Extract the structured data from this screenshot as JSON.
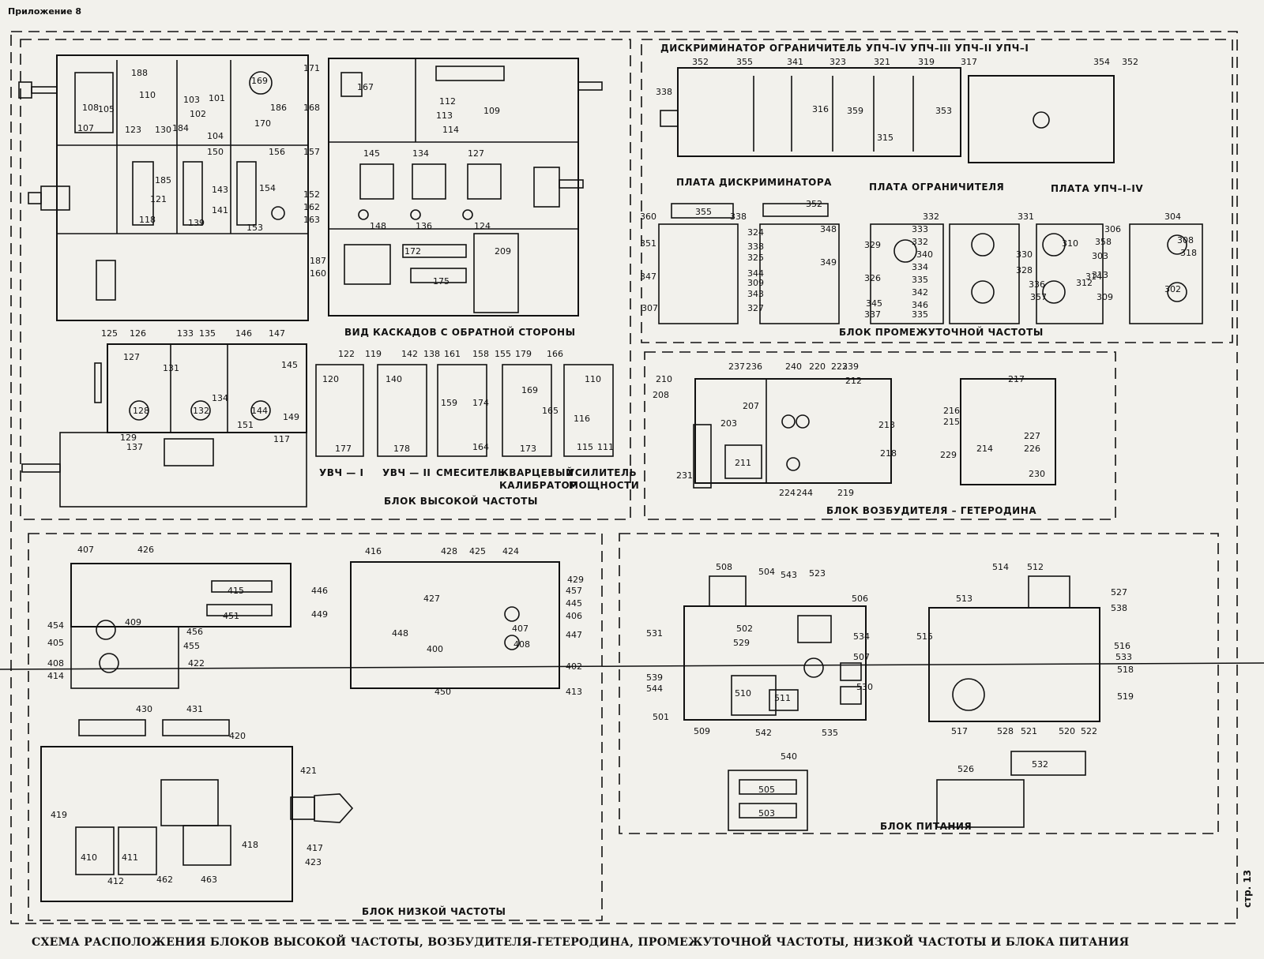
{
  "appendix": "Приложение 8",
  "page": "стр. 13",
  "caption": "СХЕМА РАСПОЛОЖЕНИЯ БЛОКОВ ВЫСОКОЙ ЧАСТОТЫ, ВОЗБУДИТЕЛЯ-ГЕТЕРОДИНА, ПРОМЕЖУТОЧНОЙ    ЧАСТОТЫ, НИЗКОЙ ЧАСТОТЫ И БЛОКА ПИТАНИЯ",
  "colors": {
    "ink": "#111111",
    "paper": "#f2f1ec"
  },
  "blocks": {
    "hf": {
      "title": "БЛОК ВЫСОКОЙ ЧАСТОТЫ",
      "rear_view": "ВИД КАСКАДОВ С ОБРАТНОЙ СТОРОНЫ",
      "uhf1": "УВЧ — I",
      "uhf2": "УВЧ — II",
      "mixer": "СМЕСИТЕЛЬ",
      "quartz": "КВАРЦЕВЫЙ",
      "calibrator": "КАЛИБРАТОР",
      "amp": "УСИЛИТЕЛЬ",
      "power": "МОЩНОСТИ"
    },
    "if": {
      "title": "БЛОК ПРОМЕЖУТОЧНОЙ ЧАСТОТЫ",
      "header": "ДИСКРИМИНАТОР ОГРАНИЧИТЕЛЬ УПЧ–IV УПЧ–III УПЧ–II УПЧ–I",
      "disc_board": "ПЛАТА ДИСКРИМИНАТОРА",
      "lim_board": "ПЛАТА ОГРАНИЧИТЕЛЯ",
      "ifa_board": "ПЛАТА УПЧ–I–IV"
    },
    "exc": {
      "title": "БЛОК ВОЗБУДИТЕЛЯ – ГЕТЕРОДИНА"
    },
    "lf": {
      "title": "БЛОК НИЗКОЙ ЧАСТОТЫ"
    },
    "psu": {
      "title": "БЛОК ПИТАНИЯ"
    }
  },
  "labels": {
    "hf": [
      "188",
      "169",
      "171",
      "110",
      "103",
      "101",
      "108",
      "102",
      "105",
      "107",
      "184",
      "104",
      "170",
      "186",
      "168",
      "123",
      "130",
      "150",
      "156",
      "157",
      "185",
      "143",
      "154",
      "152",
      "121",
      "162",
      "118",
      "139",
      "141",
      "153",
      "163",
      "167",
      "112",
      "109",
      "113",
      "114",
      "145",
      "134",
      "127",
      "148",
      "136",
      "124",
      "187",
      "160",
      "172",
      "175",
      "209",
      "125",
      "126",
      "133",
      "135",
      "146",
      "147",
      "127",
      "131",
      "134",
      "145",
      "128",
      "132",
      "144",
      "149",
      "129",
      "137",
      "151",
      "117",
      "122",
      "119",
      "142",
      "138",
      "161",
      "158",
      "155",
      "179",
      "166",
      "120",
      "140",
      "159",
      "174",
      "169",
      "165",
      "110",
      "116",
      "177",
      "178",
      "164",
      "173",
      "115",
      "111"
    ],
    "if": [
      "352",
      "355",
      "341",
      "323",
      "321",
      "319",
      "317",
      "338",
      "316",
      "359",
      "353",
      "315",
      "354",
      "352",
      "355",
      "352",
      "360",
      "338",
      "324",
      "348",
      "332",
      "331",
      "304",
      "333",
      "351",
      "338",
      "329",
      "332",
      "340",
      "306",
      "358",
      "310",
      "308",
      "318",
      "325",
      "349",
      "334",
      "330",
      "303",
      "347",
      "344",
      "326",
      "335",
      "328",
      "312",
      "314",
      "313",
      "309",
      "342",
      "336",
      "309",
      "302",
      "307",
      "343",
      "345",
      "327",
      "337",
      "346",
      "335",
      "357",
      "311"
    ],
    "exc": [
      "237",
      "236",
      "240",
      "220",
      "223",
      "239",
      "210",
      "212",
      "217",
      "208",
      "207",
      "203",
      "213",
      "216",
      "215",
      "211",
      "218",
      "227",
      "226",
      "214",
      "229",
      "230",
      "231",
      "224",
      "244",
      "219"
    ],
    "lf": [
      "407",
      "426",
      "416",
      "428",
      "425",
      "424",
      "429",
      "415",
      "446",
      "457",
      "427",
      "445",
      "451",
      "449",
      "454",
      "409",
      "406",
      "456",
      "407",
      "448",
      "405",
      "455",
      "447",
      "408",
      "400",
      "422",
      "408",
      "402",
      "414",
      "413",
      "450",
      "430",
      "431",
      "420",
      "421",
      "419",
      "410",
      "411",
      "417",
      "418",
      "423",
      "412",
      "462",
      "463"
    ],
    "psu": [
      "508",
      "504",
      "543",
      "523",
      "514",
      "512",
      "527",
      "513",
      "538",
      "506",
      "502",
      "531",
      "534",
      "515",
      "516",
      "529",
      "533",
      "507",
      "539",
      "518",
      "544",
      "510",
      "530",
      "511",
      "519",
      "501",
      "509",
      "542",
      "535",
      "517",
      "528",
      "521",
      "520",
      "522",
      "540",
      "526",
      "532",
      "505",
      "503"
    ]
  }
}
